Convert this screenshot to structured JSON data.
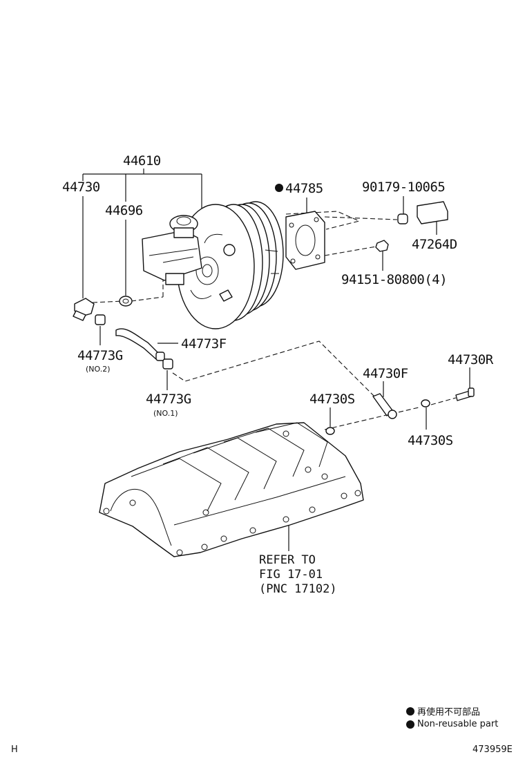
{
  "labels": {
    "p44610": "44610",
    "p44730": "44730",
    "p44696": "44696",
    "p44785": "44785",
    "p90179": "90179-10065",
    "p47264D": "47264D",
    "p94151": "94151-80800(4)",
    "p44773F": "44773F",
    "p44773G_2": "44773G",
    "p44773G_2_sub": "(NO.2)",
    "p44773G_1": "44773G",
    "p44773G_1_sub": "(NO.1)",
    "p44730R": "44730R",
    "p44730F": "44730F",
    "p44730S_a": "44730S",
    "p44730S_b": "44730S",
    "refer_line1": "REFER TO",
    "refer_line2": "FIG 17-01",
    "refer_line3": "(PNC 17102)"
  },
  "legend": {
    "japanese": "再使用不可部品",
    "english": "Non-reusable part"
  },
  "footer": {
    "left": "H",
    "right": "473959E"
  }
}
